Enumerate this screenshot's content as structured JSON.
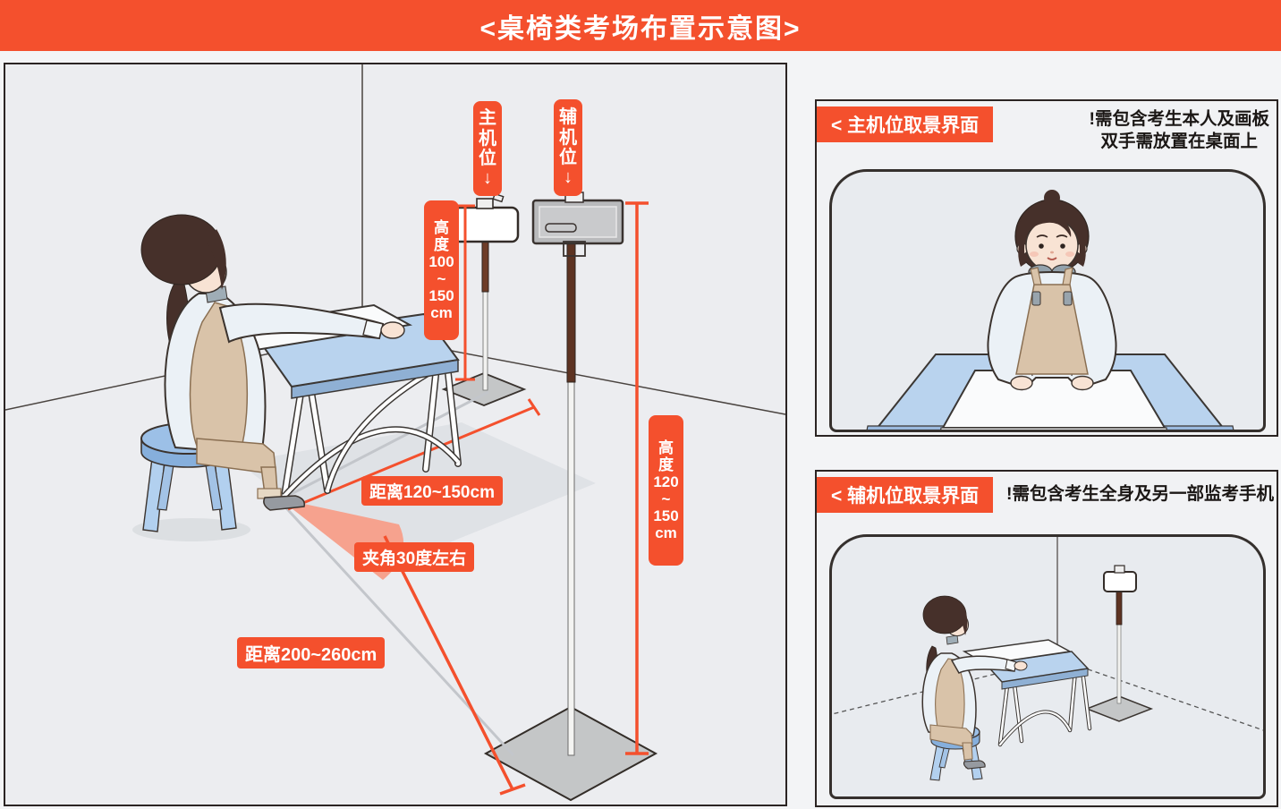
{
  "banner": {
    "title": "<桌椅类考场布置示意图>"
  },
  "colors": {
    "accent": "#f4502d",
    "wedge_salmon": "#f6a28e",
    "desk_blue": "#b9d3ee",
    "stool_blue": "#9cc0e7",
    "apron_tan": "#d9c3a9",
    "panel_bg": "#ecedf0"
  },
  "scene": {
    "camera_label_main": [
      "主",
      "机",
      "位",
      "↓"
    ],
    "camera_label_aux": [
      "辅",
      "机",
      "位",
      "↓"
    ],
    "height_main": [
      "高",
      "度",
      "100",
      "~",
      "150",
      "cm"
    ],
    "height_aux": [
      "高",
      "度",
      "120",
      "~",
      "150",
      "cm"
    ],
    "distance_main": "距离120~150cm",
    "angle": "夹角30度左右",
    "distance_aux": "距离200~260cm"
  },
  "main_view_panel": {
    "title": "< 主机位取景界面",
    "warning_lines": [
      "!需包含考生本人及画板",
      "双手需放置在桌面上"
    ]
  },
  "aux_view_panel": {
    "title": "< 辅机位取景界面",
    "warning_lines": [
      "!需包含考生全身及另一部监考手机"
    ]
  }
}
